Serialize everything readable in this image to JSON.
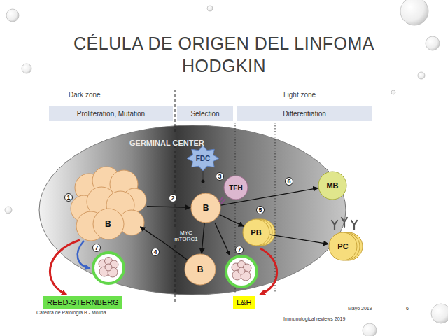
{
  "diagram": {
    "title": "CÉLULA DE ORIGEN DEL LINFOMA HODGKIN",
    "nodes": [
      {
        "text": [
          "Proliferation, Mutation"
        ]
      },
      {
        "text": [
          "Selection"
        ]
      },
      {
        "text": [
          "Differentiation"
        ]
      },
      {
        "text": [
          "GERMINAL CENTER"
        ]
      },
      {
        "text": [
          "B"
        ],
        "in": 3
      },
      {
        "text": [
          "FDC"
        ],
        "in": 3
      },
      {
        "text": [
          "TFH"
        ],
        "in": 3
      },
      {
        "text": [
          "B"
        ],
        "in": 3
      },
      {
        "text": [
          "PB"
        ],
        "in": 3
      },
      {
        "text": [
          "B"
        ],
        "in": 3
      },
      {
        "text": [
          "MB"
        ]
      },
      {
        "text": [
          "PC"
        ]
      },
      {
        "text": [
          "REED-STERNBERG"
        ]
      },
      {
        "text": [
          "L&H"
        ]
      }
    ],
    "edges": [
      {
        "from": 4,
        "to": 7,
        "arrow": "to"
      },
      {
        "from": 7,
        "to": 9,
        "arrow": "to"
      },
      {
        "from": 9,
        "to": 4,
        "arrow": "to"
      },
      {
        "from": 7,
        "to": 10,
        "arrow": "to"
      },
      {
        "from": 7,
        "to": 8,
        "arrow": "to"
      },
      {
        "from": 8,
        "to": 11,
        "arrow": "to"
      }
    ],
    "labels": [
      "Dark zone",
      "Light zone",
      "1",
      "2",
      "3",
      "4",
      "5",
      "6",
      "7",
      "7",
      "MYC mTORC1",
      "Cátedra de Patología B - Molina",
      "Mayo 2019",
      "6",
      "Immunological reviews 2019"
    ]
  }
}
